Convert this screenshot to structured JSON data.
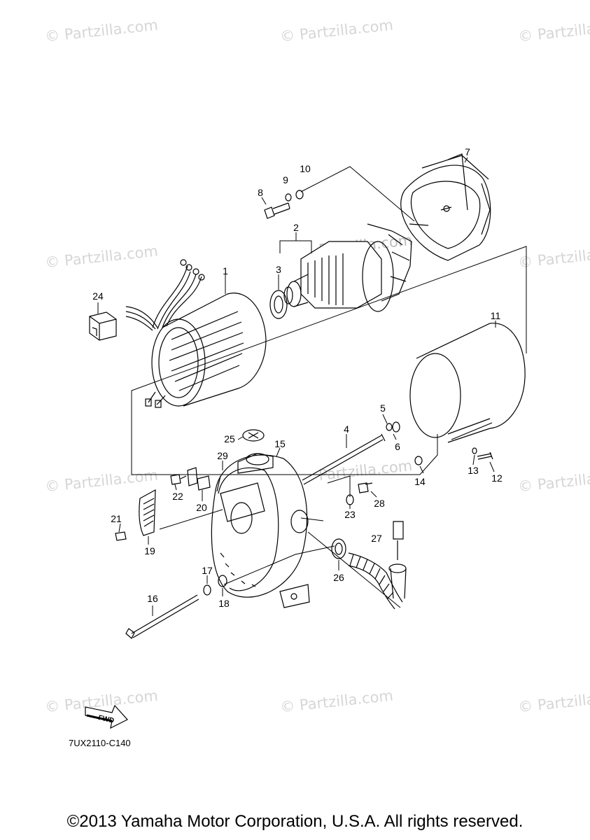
{
  "watermark": {
    "text": "© Partzilla.com",
    "center_text": "Partzilla.com"
  },
  "diagram_code": "7UX2110-C140",
  "fwd_label": "FWD",
  "copyright": "©2013 Yamaha Motor Corporation, U.S.A. All rights reserved.",
  "parts": [
    "1",
    "2",
    "3",
    "4",
    "5",
    "6",
    "7",
    "8",
    "9",
    "10",
    "11",
    "12",
    "13",
    "14",
    "15",
    "16",
    "17",
    "18",
    "19",
    "20",
    "21",
    "22",
    "23",
    "24",
    "25",
    "26",
    "27",
    "28",
    "29"
  ]
}
